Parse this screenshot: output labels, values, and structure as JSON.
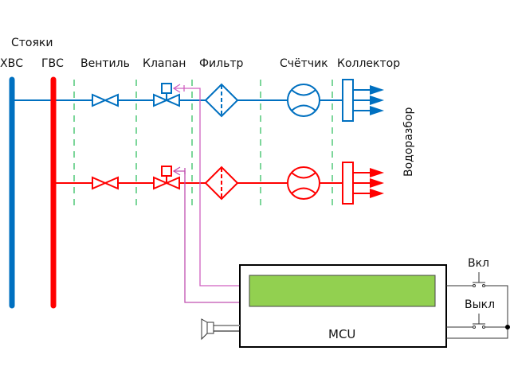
{
  "title": "Стояки",
  "risers": {
    "cold": {
      "label": "ХВС",
      "color": "#0070c0"
    },
    "hot": {
      "label": "ГВС",
      "color": "#ff0000"
    }
  },
  "components": {
    "valve": "Вентиль",
    "solenoid": "Клапан",
    "filter": "Фильтр",
    "meter": "Счётчик",
    "manifold": "Коллектор"
  },
  "outlet_label": "Водоразбор",
  "controller": {
    "label": "MCU",
    "display_color": "#92d050",
    "buttons": {
      "on": "Вкл",
      "off": "Выкл"
    }
  },
  "colors": {
    "separator": "#50c878",
    "control_cold": "#d060c0",
    "control_hot": "#c050b0",
    "wire": "#000000"
  }
}
